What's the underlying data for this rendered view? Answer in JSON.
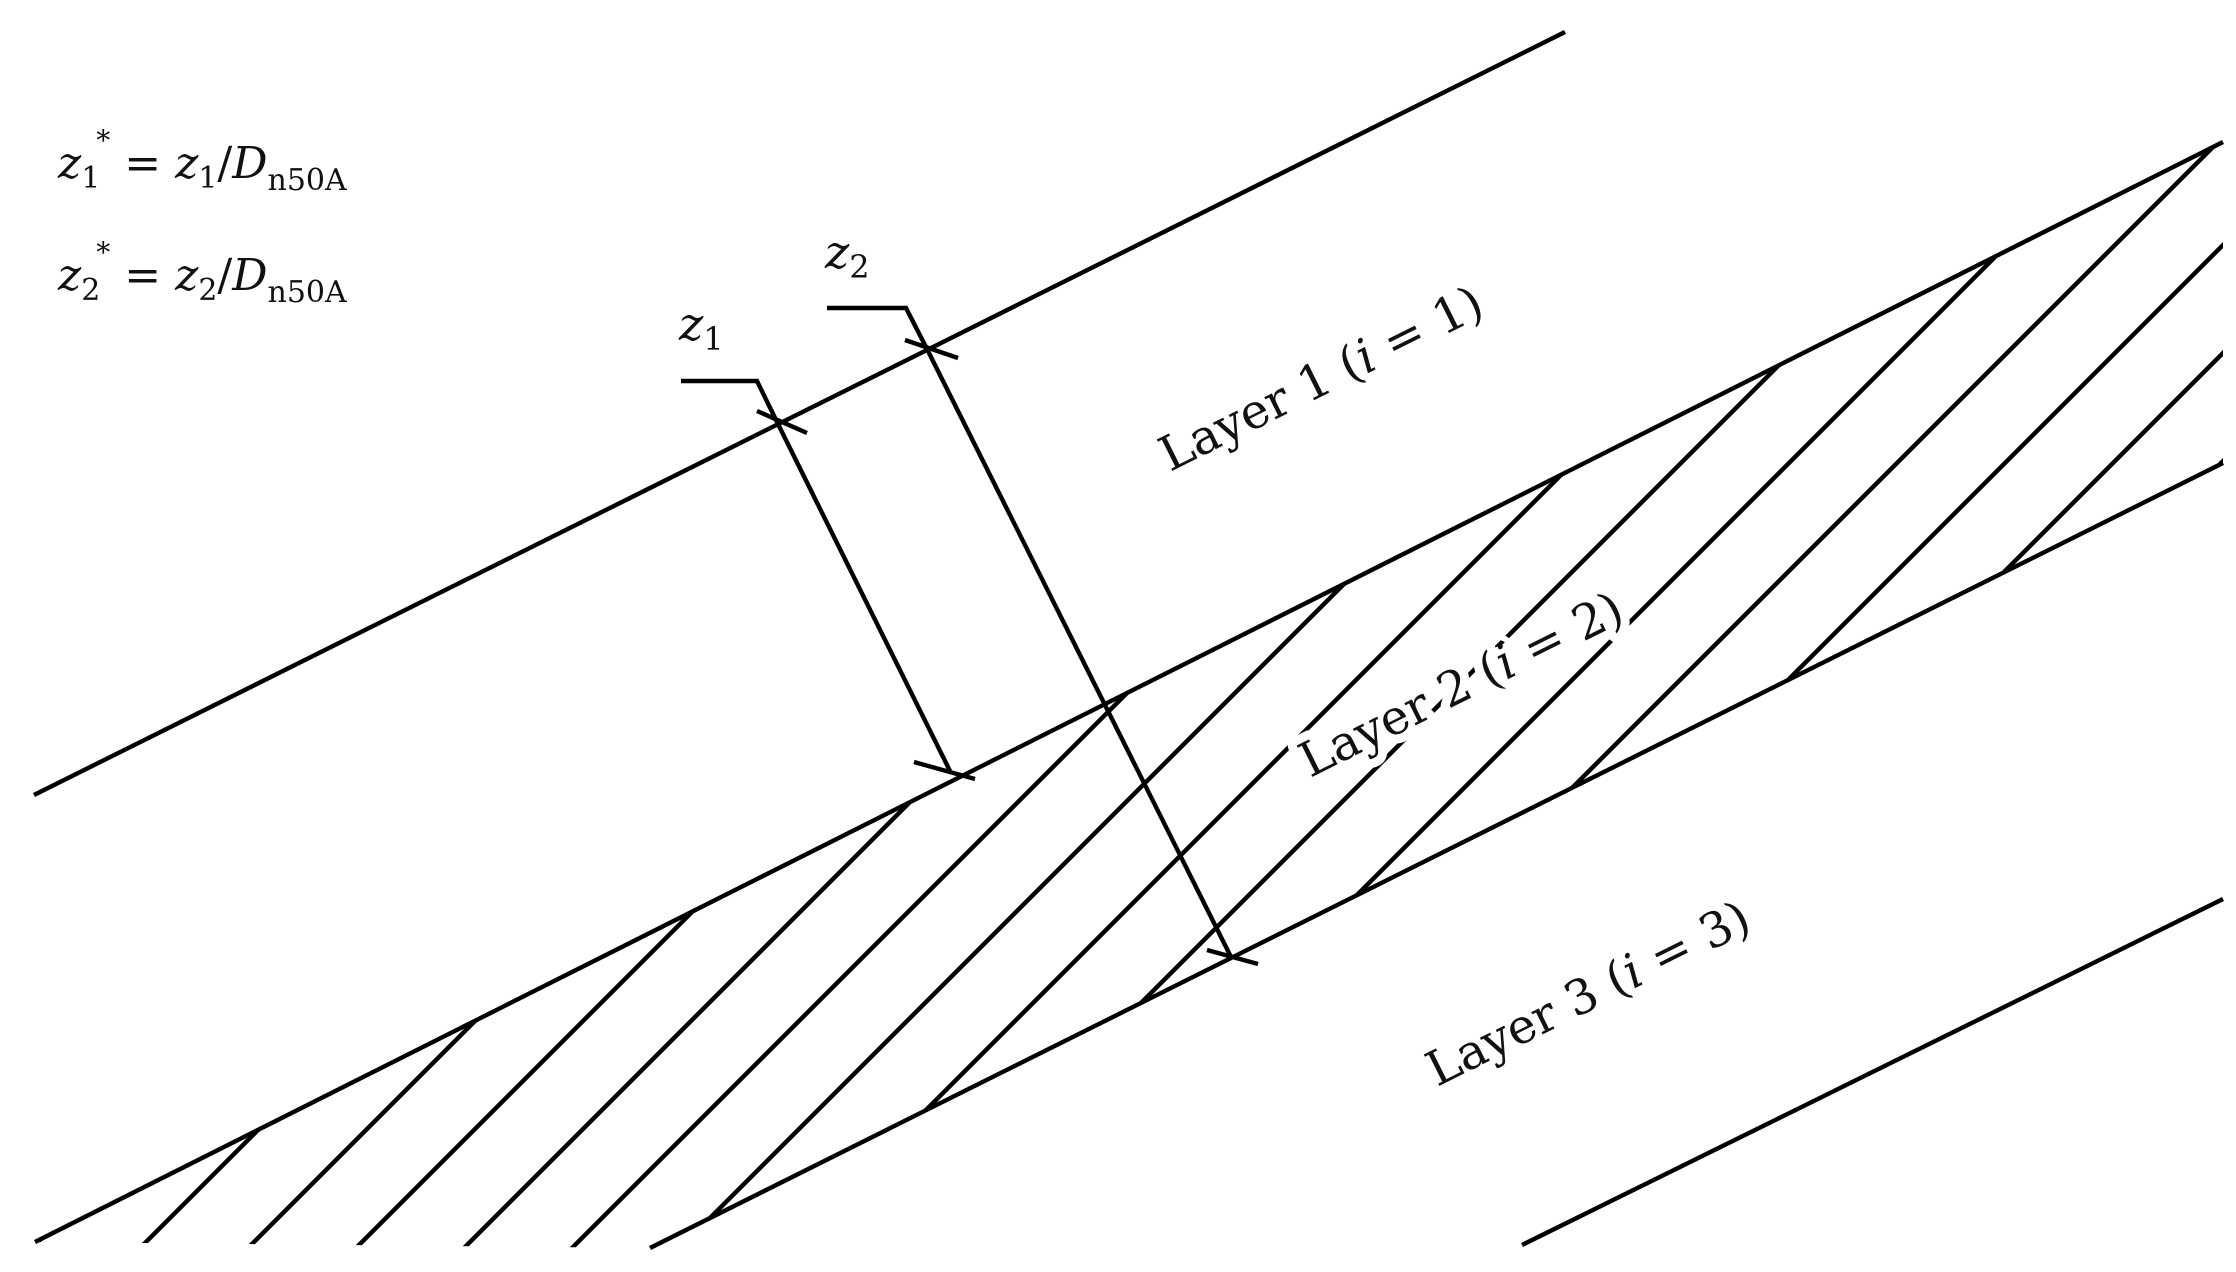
{
  "formulas": {
    "line1": {
      "lhs_var": "z",
      "lhs_sub": "1",
      "lhs_sup": "*",
      "eq": " = ",
      "rhs_var": "z",
      "rhs_sub": "1",
      "slash": "/",
      "d_var": "D",
      "d_sub": "n50A"
    },
    "line2": {
      "lhs_var": "z",
      "lhs_sub": "2",
      "lhs_sup": "*",
      "eq": " = ",
      "rhs_var": "z",
      "rhs_sub": "2",
      "slash": "/",
      "d_var": "D",
      "d_sub": "n50A"
    }
  },
  "dimensions": {
    "z1": {
      "var": "z",
      "sub": "1"
    },
    "z2": {
      "var": "z",
      "sub": "2"
    }
  },
  "layers": [
    {
      "prefix": "Layer 1 (",
      "var": "i",
      "suffix": " = 1)"
    },
    {
      "prefix": "Layer 2 (",
      "var": "i",
      "suffix": " = 2)"
    },
    {
      "prefix": "Layer 3 (",
      "var": "i",
      "suffix": " = 3)"
    }
  ],
  "colors": {
    "line": "#000000",
    "text": "#111111",
    "background": "#ffffff"
  }
}
